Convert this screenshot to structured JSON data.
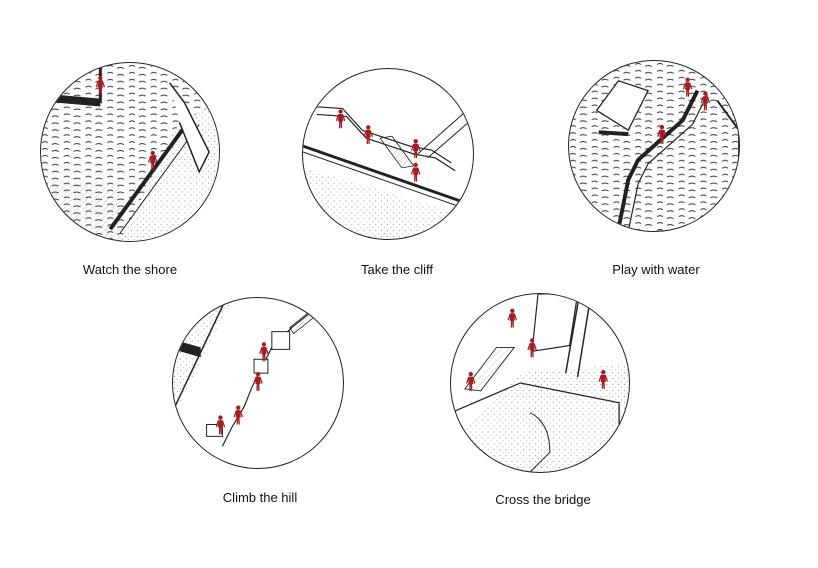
{
  "captions": {
    "watch_shore": "Watch the shore",
    "take_cliff": "Take the cliff",
    "play_water": "Play with water",
    "climb_hill": "Climb the hill",
    "cross_bridge": "Cross the bridge"
  },
  "colors": {
    "figure": "#a51d24",
    "line": "#222222",
    "texture": "#333333"
  }
}
